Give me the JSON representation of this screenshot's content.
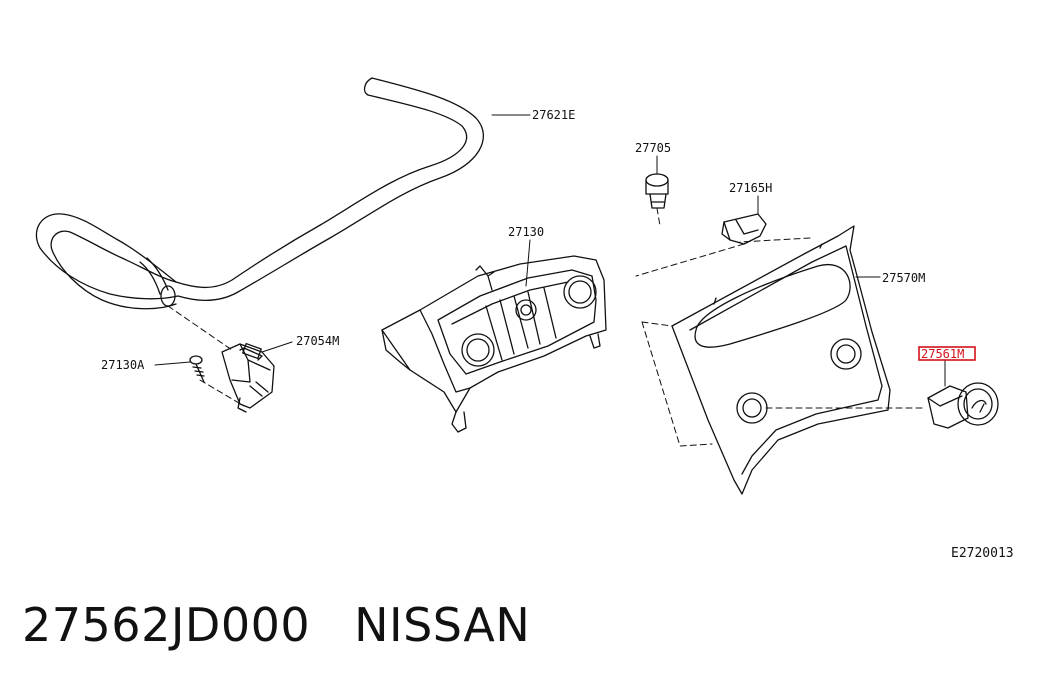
{
  "diagram": {
    "part_labels": [
      {
        "text": "27621E"
      },
      {
        "text": "27705"
      },
      {
        "text": "27165H"
      },
      {
        "text": "27130"
      },
      {
        "text": "27570M"
      },
      {
        "text": "27054M"
      },
      {
        "text": "27130A"
      },
      {
        "text": "27561M",
        "highlighted": true
      }
    ],
    "figure_id": "E2720013",
    "highlight_color": "#d4121a"
  },
  "caption": {
    "part_number": "27562JD000",
    "brand": "NISSAN"
  }
}
